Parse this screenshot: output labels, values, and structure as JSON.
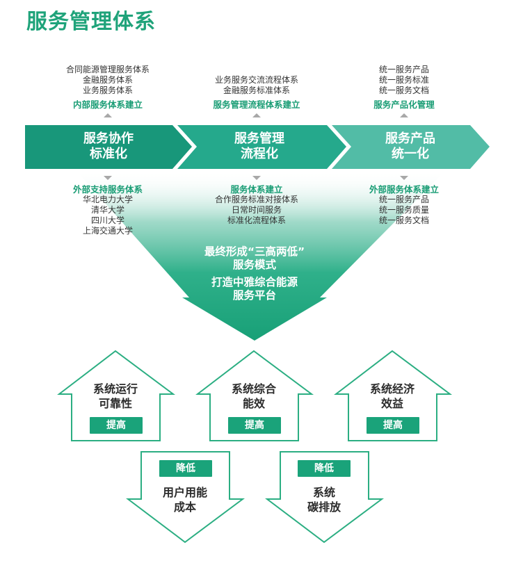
{
  "title": "服务管理体系",
  "stages": [
    {
      "label": [
        "服务协作",
        "标准化"
      ],
      "above": {
        "items": [
          "合同能源管理服务体系",
          "金融服务体系",
          "业务服务体系"
        ],
        "heading": "内部服务体系建立"
      },
      "below": {
        "heading": "外部支持服务体系",
        "items": [
          "华北电力大学",
          "清华大学",
          "四川大学",
          "上海交通大学"
        ]
      }
    },
    {
      "label": [
        "服务管理",
        "流程化"
      ],
      "above": {
        "items": [
          "业务服务交流流程体系",
          "金融服务标准体系"
        ],
        "heading": "服务管理流程体系建立"
      },
      "below": {
        "heading": "服务体系建立",
        "items": [
          "合作服务标准对接体系",
          "日常时间服务",
          "标准化流程体系"
        ]
      }
    },
    {
      "label": [
        "服务产品",
        "统一化"
      ],
      "above": {
        "items": [
          "统一服务产品",
          "统一服务标准",
          "统一服务文档"
        ],
        "heading": "服务产品化管理"
      },
      "below": {
        "heading": "外部服务体系建立",
        "items": [
          "统一服务产品",
          "统一服务质量",
          "统一服务文档"
        ]
      }
    }
  ],
  "funnel": {
    "line1": "最终形成“三高两低”",
    "line2": "服务模式",
    "line3": "打造中雅综合能源",
    "line4": "服务平台"
  },
  "up_arrows": [
    {
      "text": [
        "系统运行",
        "可靠性"
      ],
      "badge": "提高"
    },
    {
      "text": [
        "系统综合",
        "能效"
      ],
      "badge": "提高"
    },
    {
      "text": [
        "系统经济",
        "效益"
      ],
      "badge": "提高"
    }
  ],
  "down_arrows": [
    {
      "badge": "降低",
      "text": [
        "用户用能",
        "成本"
      ]
    },
    {
      "badge": "降低",
      "text": [
        "系统",
        "碳排放"
      ]
    }
  ],
  "colors": {
    "stage1": "#18977a",
    "stage2": "#25a98c",
    "stage3": "#52bca6",
    "accent": "#1aa37a",
    "outline": "#2bae82"
  }
}
